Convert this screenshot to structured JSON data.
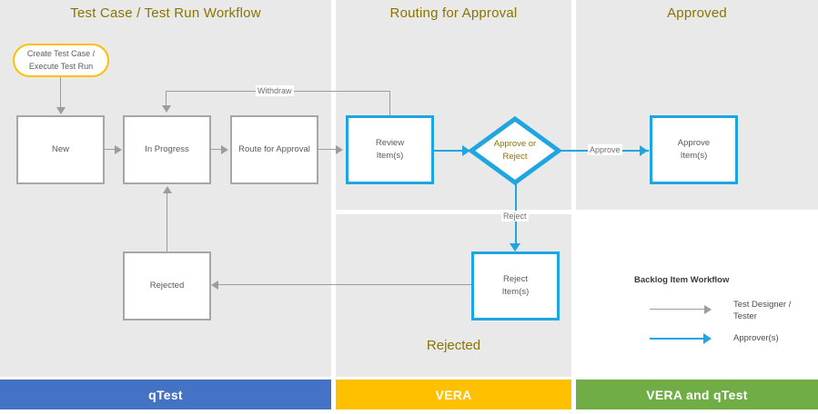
{
  "lanes": [
    {
      "id": "qtest",
      "title": "Test Case / Test Run Workflow"
    },
    {
      "id": "vera",
      "title": "Routing for Approval",
      "subtitle": "Rejected"
    },
    {
      "id": "both",
      "title": "Approved"
    }
  ],
  "nodes": {
    "start": {
      "label": "Create Test Case /\nExecute Test Run",
      "line1": "Create Test Case /",
      "line2": "Execute Test Run",
      "style": "start-rounded-gold"
    },
    "new": {
      "label": "New",
      "style": "gray-box"
    },
    "in_progress": {
      "label": "In Progress",
      "style": "gray-box"
    },
    "route_for_approval": {
      "label": "Route for Approval",
      "style": "gray-box"
    },
    "review_items": {
      "line1": "Review",
      "line2": "Item(s)",
      "style": "blue-box"
    },
    "approve_or_reject": {
      "line1": "Approve or",
      "line2": "Reject",
      "style": "blue-diamond"
    },
    "approve_items": {
      "line1": "Approve",
      "line2": "Item(s)",
      "style": "blue-box"
    },
    "reject_items": {
      "line1": "Reject",
      "line2": "Item(s)",
      "style": "blue-box"
    },
    "rejected": {
      "label": "Rejected",
      "style": "gray-box"
    }
  },
  "edge_labels": {
    "withdraw": "Withdraw",
    "approve": "Approve",
    "reject": "Reject"
  },
  "legend": {
    "title": "Backlog  Item Workflow",
    "entries": [
      {
        "color": "#9c9c9c",
        "line1": "Test Designer /",
        "line2": "Tester"
      },
      {
        "color": "#1fa5e0",
        "line1": "Approver(s)",
        "line2": ""
      }
    ]
  },
  "footer": [
    {
      "label": "qTest",
      "color": "#4472c4"
    },
    {
      "label": "VERA",
      "color": "#ffc000"
    },
    {
      "label": "VERA and qTest",
      "color": "#70ad47"
    }
  ],
  "colors": {
    "panel": "#e9e9e9",
    "gold_text": "#8a7400",
    "gray_stroke": "#a6a6a6",
    "blue_stroke": "#1fa5e0",
    "gold_stroke": "#ffc000",
    "node_text": "#58595b"
  }
}
